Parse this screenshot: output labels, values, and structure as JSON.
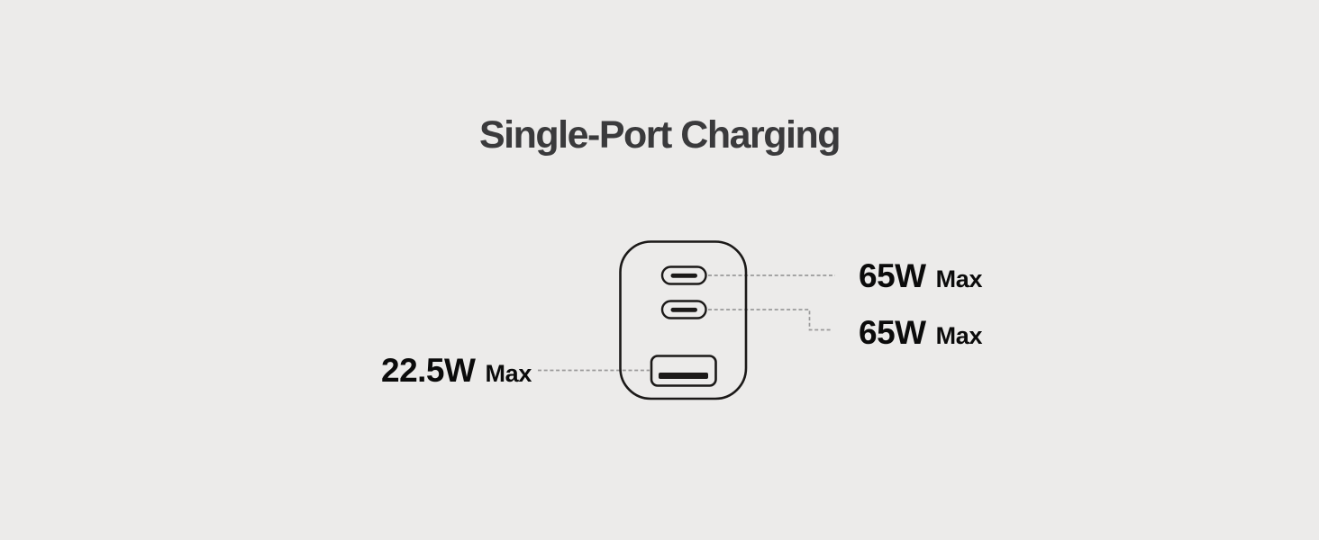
{
  "title": "Single-Port Charging",
  "diagram": {
    "device": "wall-charger-front-view",
    "ports": [
      {
        "icon": "usb-c-port-icon",
        "power": "65W",
        "qualifier": "Max",
        "label_side": "right"
      },
      {
        "icon": "usb-c-port-icon",
        "power": "65W",
        "qualifier": "Max",
        "label_side": "right"
      },
      {
        "icon": "usb-a-port-icon",
        "power": "22.5W",
        "qualifier": "Max",
        "label_side": "left"
      }
    ]
  },
  "colors": {
    "background": "#ECEBEA",
    "title_text": "#3A3A3C",
    "label_text": "#0B0B0B",
    "outline": "#1B1918",
    "connector_dash": "#9A9A9A"
  }
}
